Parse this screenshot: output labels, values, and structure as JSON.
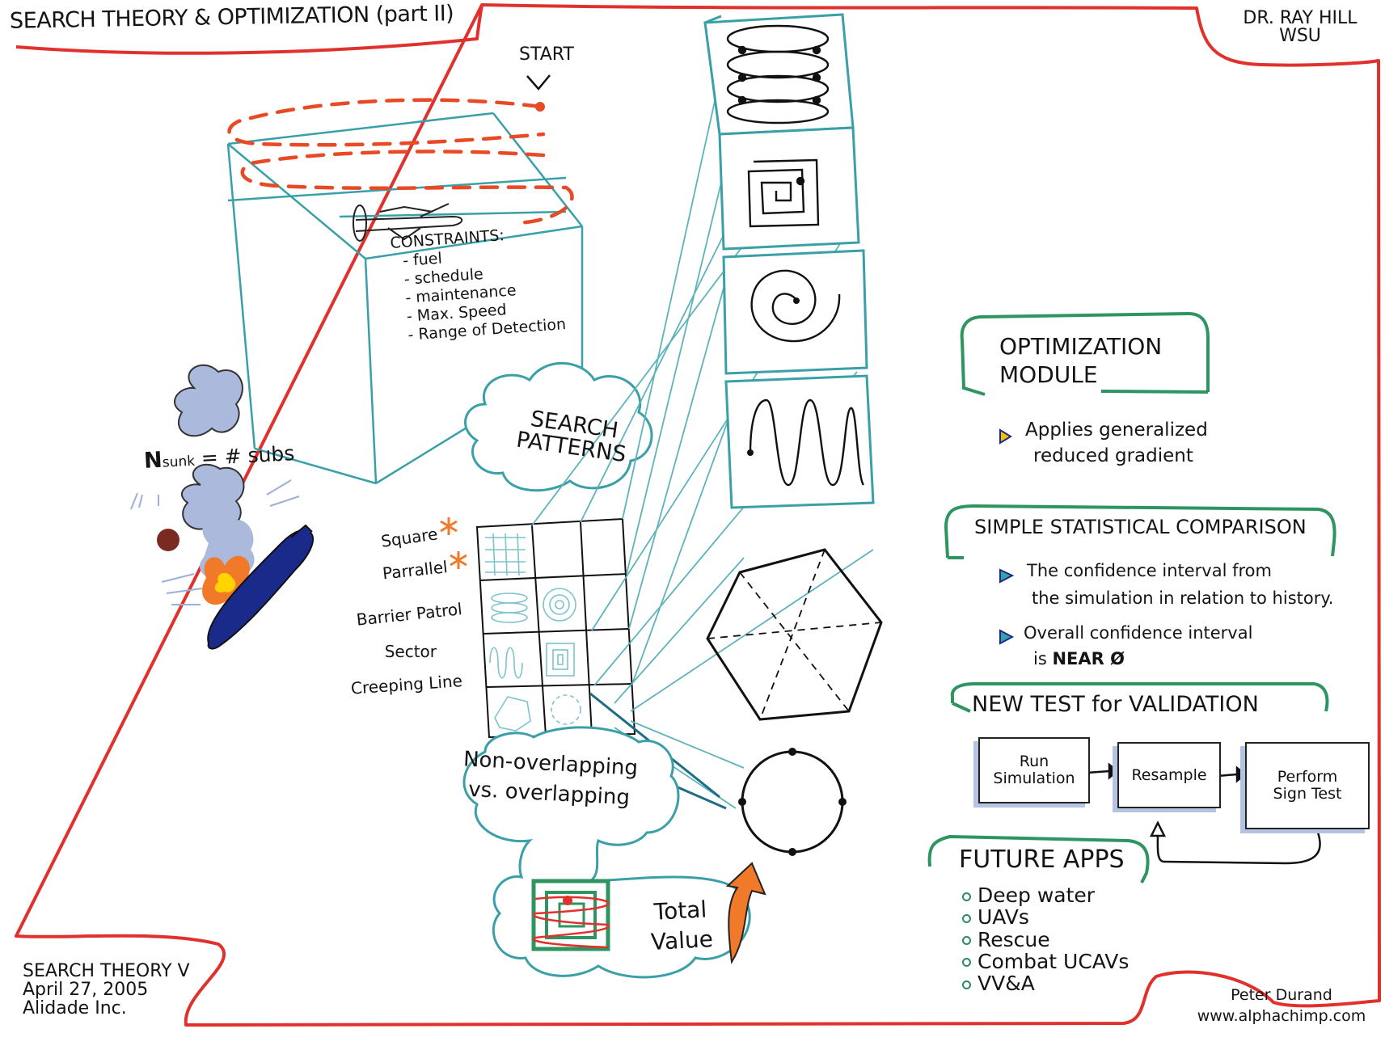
{
  "title": "SEARCH THEORY & OPTIMIZATION (part II)",
  "author": {
    "name": "DR. RAY HILL",
    "org": "WSU"
  },
  "start_label": "START",
  "constraints": {
    "heading": "CONSTRAINTS:",
    "items": [
      "- fuel",
      "- schedule",
      "- maintenance",
      "- Max. Speed",
      "- Range of Detection"
    ]
  },
  "nsunk": {
    "main": "N",
    "sub": "sunk",
    "rest": " = # subs"
  },
  "search_patterns": {
    "line1": "SEARCH",
    "line2": "PATTERNS"
  },
  "patterns_list": [
    "Square",
    "Parrallel",
    "Barrier Patrol",
    "Sector",
    "Creeping Line"
  ],
  "pattern_star": "*",
  "nonoverlap": {
    "line1": "Non-overlapping",
    "line2": "vs. overlapping"
  },
  "total_value": {
    "line1": "Total",
    "line2": "Value"
  },
  "optimization": {
    "title_line1": "OPTIMIZATION",
    "title_line2": "MODULE",
    "bullet_line1": "Applies generalized",
    "bullet_line2": "reduced gradient"
  },
  "statistical": {
    "title": "SIMPLE STATISTICAL COMPARISON",
    "b1_line1": "The confidence interval from",
    "b1_line2": "the simulation in relation to history.",
    "b2_line1": "Overall confidence interval",
    "b2_line2_pre": "is ",
    "b2_line2_bold": "NEAR Ø"
  },
  "validation": {
    "title": "NEW TEST for VALIDATION",
    "steps": [
      {
        "line1": "Run",
        "line2": "Simulation"
      },
      {
        "line1": "Resample",
        "line2": ""
      },
      {
        "line1": "Perform",
        "line2": "Sign Test"
      }
    ]
  },
  "future": {
    "title": "FUTURE APPS",
    "items": [
      "Deep water",
      "UAVs",
      "Rescue",
      "Combat UCAVs",
      "VV&A"
    ]
  },
  "footer_left": {
    "line1": "SEARCH THEORY V",
    "line2": "April 27, 2005",
    "line3": "Alidade Inc."
  },
  "footer_right": {
    "line1": "Peter Durand",
    "line2": "www.alphachimp.com"
  },
  "colors": {
    "frame_red": "#e0312c",
    "teal": "#3aa0a8",
    "green": "#2e9460",
    "orange": "#f07a2a",
    "navy": "#1a2a8a",
    "shadow_blue": "#b5c3e2"
  }
}
